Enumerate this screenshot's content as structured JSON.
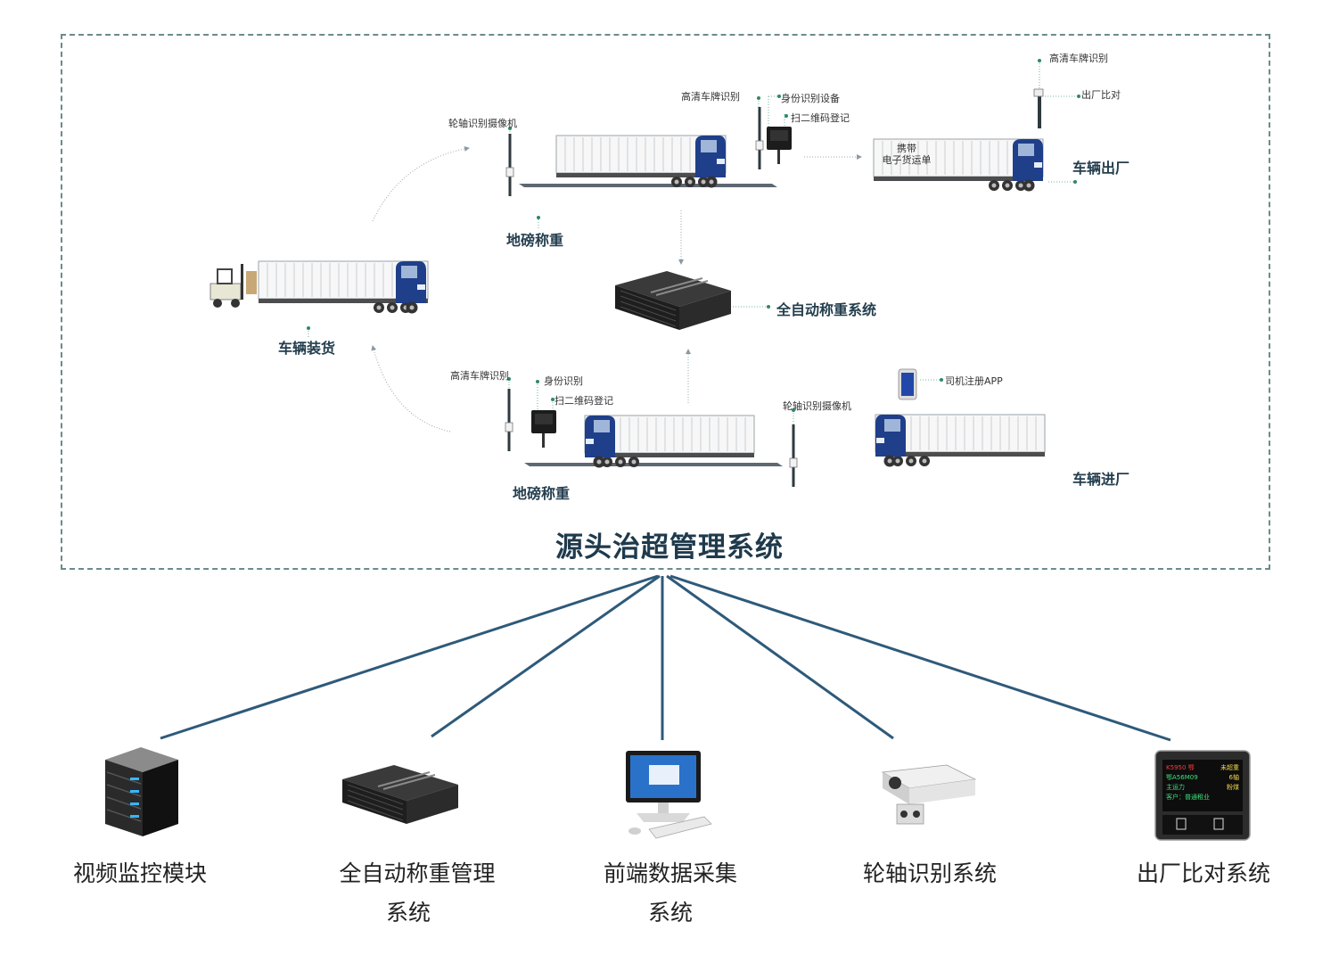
{
  "system_title": "源头治超管理系统",
  "stages": {
    "loading": "车辆装货",
    "weigh_top": "地磅称重",
    "weigh_bottom": "地磅称重",
    "auto_system": "全自动称重系统",
    "exit": "车辆出厂",
    "enter": "车辆进厂"
  },
  "labels": {
    "axle_cam_top": "轮轴识别摄像机",
    "plate_top": "高清车牌识别",
    "id_device": "身份识别设备",
    "scan_top": "扫二维码登记",
    "plate_exit": "高清车牌识别",
    "exit_compare": "出厂比对",
    "carry_line1": "携带",
    "carry_line2": "电子货运单",
    "plate_bottom": "高清车牌识别",
    "id_bottom": "身份识别",
    "scan_bottom": "扫二维码登记",
    "axle_cam_bottom": "轮轴识别摄像机",
    "driver_app": "司机注册APP"
  },
  "subsystems": [
    {
      "line1": "视频监控模块",
      "line2": ""
    },
    {
      "line1": "全自动称重管理",
      "line2": "系统"
    },
    {
      "line1": "前端数据采集",
      "line2": "系统"
    },
    {
      "line1": "轮轴识别系统",
      "line2": ""
    },
    {
      "line1": "出厂比对系统",
      "line2": ""
    }
  ],
  "display_panel": {
    "row1_left": "K5950 鄂",
    "row1_right": "未超重",
    "row2_left": "鄂A56M09",
    "row2_right": "6轴",
    "row3_left": "主运力",
    "row3_right": "粉煤",
    "row4": "客户：普通租业"
  },
  "colors": {
    "frame": "#6b8c8a",
    "connector": "#2e5a7a",
    "truck_cab": "#1f3f8a",
    "title": "#1f3a4c"
  },
  "icons": [
    "truck-icon",
    "forklift-icon",
    "camera-pole-icon",
    "id-terminal-icon",
    "industrial-pc-icon",
    "server-icon",
    "computer-icon",
    "camera-icon",
    "led-display-icon",
    "phone-icon"
  ]
}
